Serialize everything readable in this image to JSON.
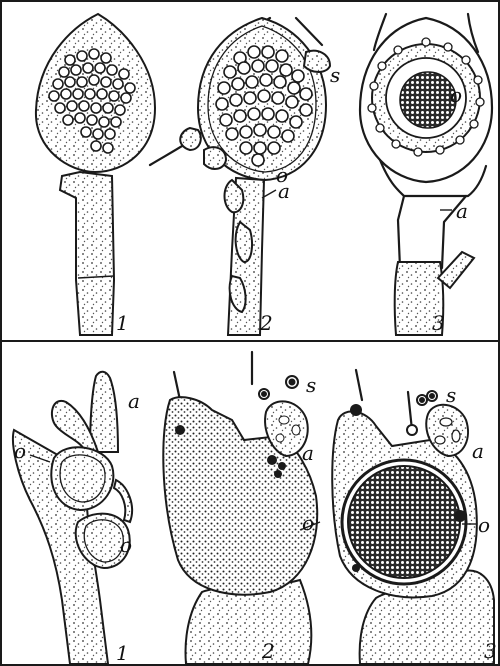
{
  "labels": {
    "o": "o",
    "s": "s",
    "a": "a",
    "n1": "1",
    "n2": "2",
    "n3": "3"
  }
}
